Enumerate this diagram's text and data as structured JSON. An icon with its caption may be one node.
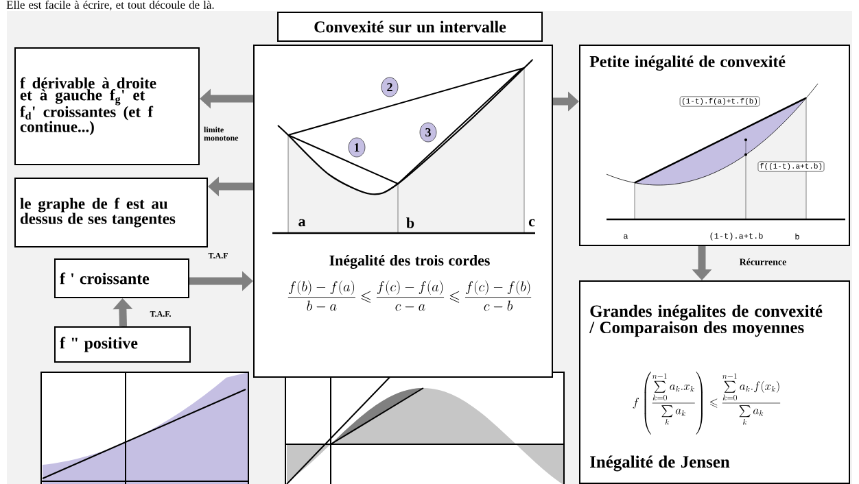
{
  "diagram": {
    "nodes": [
      {
        "text": [
          "Convexité sur un intervalle"
        ]
      },
      {
        "text": [
          "Inégalité des trois cordes",
          "\\dfrac{f(b)-f(a)}{b - a} \\leqslant \\dfrac{f(c)-f(a)}{c - a} \\leqslant \\dfrac{f(c)-f(b)}{c - b}"
        ]
      },
      {
        "text": [
          "2"
        ],
        "in": 1
      },
      {
        "text": [
          "1"
        ],
        "in": 1
      },
      {
        "text": [
          "3"
        ],
        "in": 1
      },
      {
        "text": [
          "f dérivable à droite et à gauche f$_{g}$' et f$_{d}$' croissantes (et f continue...)"
        ]
      },
      {
        "text": [
          "le graphe de f est au dessus de ses tangentes"
        ]
      },
      {
        "text": [
          "f ' croissante"
        ]
      },
      {
        "text": [
          "f \" positive"
        ]
      },
      {
        "text": [
          "Petite inégalité de convexité"
        ]
      },
      {
        "text": [
          "(1-t).f(a)+t.f(b)"
        ],
        "in": 9
      },
      {
        "text": [
          "f((1-t).a+t.b)"
        ],
        "in": 9
      },
      {
        "text": [
          "Grandes inégalites de convexité / Comparaison des moyennes",
          "f\\left(\\frac{\\sum\\limits_{k=0}^{n-1} a_k . x_k}{\\sum\\limits_{k} a_k}\\right) \\leqslant \\frac{\\sum\\limits_{k=0}^{n-1} a_k . f(x_k)}{\\sum\\limits_{k} a_k}",
          "Inégalité de Jensen"
        ]
      }
    ],
    "edges": [
      {
        "from": 1,
        "to": 5,
        "arrow": "to",
        "label": "limite monotone"
      },
      {
        "from": 1,
        "to": 6,
        "arrow": "to"
      },
      {
        "from": 7,
        "to": 1,
        "arrow": "to",
        "label": "T.A.F"
      },
      {
        "from": 8,
        "to": 7,
        "arrow": "to",
        "label": "T.A.F."
      },
      {
        "from": 1,
        "to": 9,
        "arrow": "to"
      },
      {
        "from": 9,
        "to": 12,
        "arrow": "to",
        "label": "Récurrence"
      }
    ],
    "labels": [
      "Elle est facile à écrire, et tout découle de là.",
      "a",
      "b",
      "c",
      "a",
      "(1-t).a+t.b",
      "b"
    ]
  }
}
